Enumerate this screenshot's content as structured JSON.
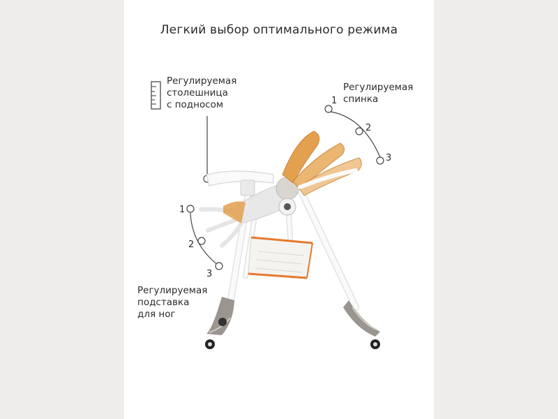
{
  "title": "Легкий выбор оптимального режима",
  "labels": {
    "tray": "Регулируемая\nстолешница\nс подносом",
    "backrest": "Регулируемая\nспинка",
    "footrest": "Регулируемая\nподставка\nдля ног"
  },
  "backrest_positions": [
    "1",
    "2",
    "3"
  ],
  "footrest_positions": [
    "1",
    "2",
    "3"
  ],
  "icons": {
    "tray": "ruler-icon"
  },
  "colors": {
    "background": "#efedec",
    "card": "#ffffff",
    "seat_orange": "#e3a04f",
    "frame_white": "#f6f6f6",
    "wheel_gray": "#9a958f",
    "basket_orange": "#e67a2e"
  }
}
